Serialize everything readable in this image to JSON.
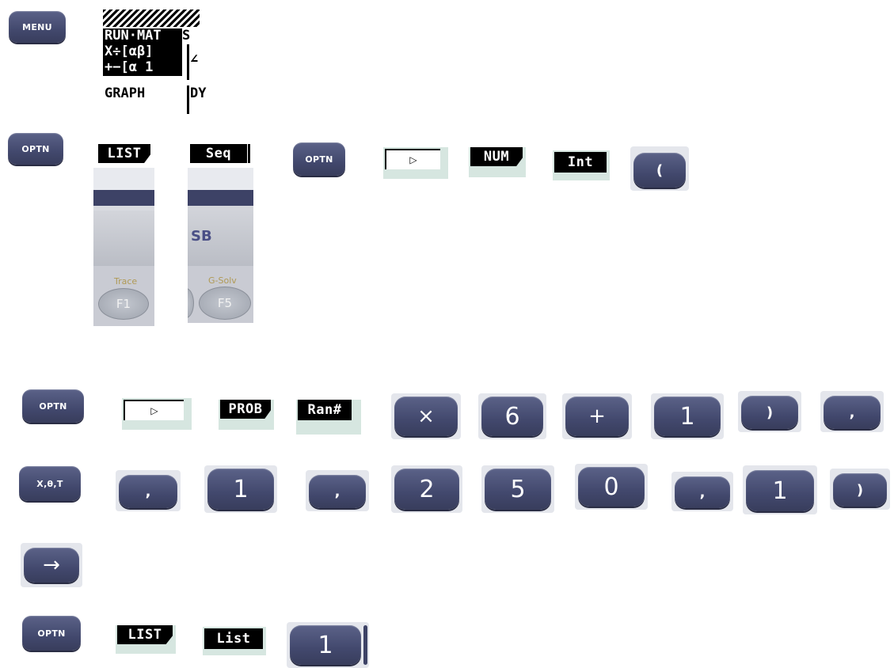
{
  "row1": {
    "menu_key": "MENU",
    "screen": {
      "line1": "RUN·MAT",
      "line1b": "S",
      "line2": "X÷[αβ]",
      "line2b": "∠",
      "line3": "+−[α 1",
      "line4": "GRAPH",
      "line4b": "DY"
    }
  },
  "row2": {
    "optn_key": "OPTN",
    "list_label": "LIST",
    "seq_label": "Seq",
    "photo1": {
      "label": "Trace",
      "key": "F1"
    },
    "photo2": {
      "brand": "SB",
      "label": "G-Solv",
      "key": "F5"
    },
    "optn_key2": "OPTN",
    "next_arrow": "▷",
    "num_label": "NUM",
    "int_label": "Int",
    "paren_key": "("
  },
  "row3": {
    "optn_key": "OPTN",
    "next_arrow": "▷",
    "prob_label": "PROB",
    "ran_label": "Ran#",
    "keys": [
      "×",
      "6",
      "+",
      "1",
      ")",
      ","
    ]
  },
  "row4": {
    "xthetat_key": "X,θ,T",
    "keys": [
      ",",
      "1",
      ",",
      "2",
      "5",
      "0",
      ",",
      "1",
      ")"
    ]
  },
  "row5": {
    "arrow_key": "→"
  },
  "row6": {
    "optn_key": "OPTN",
    "list_label": "LIST",
    "list_func": "List",
    "one_key": "1"
  }
}
